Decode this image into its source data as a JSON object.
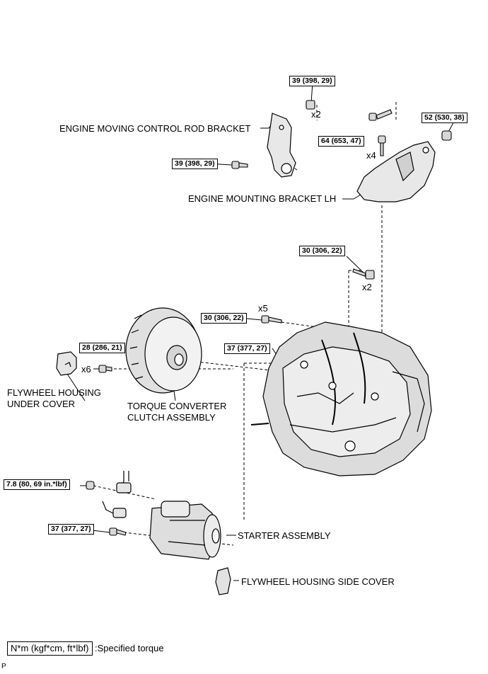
{
  "labels": {
    "engine_moving_control_rod_bracket": "ENGINE MOVING CONTROL ROD BRACKET",
    "engine_mounting_bracket_lh": "ENGINE MOUNTING BRACKET LH",
    "flywheel_housing_under_cover_1": "FLYWHEEL HOUSING",
    "flywheel_housing_under_cover_2": "UNDER COVER",
    "torque_converter_1": "TORQUE CONVERTER",
    "torque_converter_2": "CLUTCH ASSEMBLY",
    "starter_assembly": "STARTER ASSEMBLY",
    "flywheel_housing_side_cover": "FLYWHEEL HOUSING SIDE COVER"
  },
  "torques": {
    "t1": "39 (398, 29)",
    "t2": "39 (398, 29)",
    "t3": "64 (653, 47)",
    "t4": "52 (530, 38)",
    "t5": "30 (306, 22)",
    "t6": "30 (306, 22)",
    "t7": "37 (377, 27)",
    "t8": "28 (286, 21)",
    "t9": "7.8 (80, 69 in.*lbf)",
    "t10": "37 (377, 27)"
  },
  "quantities": {
    "q1": "x2",
    "q2": "x4",
    "q3": "x2",
    "q4": "x5",
    "q5": "x6"
  },
  "legend": {
    "unit": "N*m (kgf*cm, ft*lbf)",
    "meaning": ":Specified torque"
  },
  "figure_code": "P"
}
